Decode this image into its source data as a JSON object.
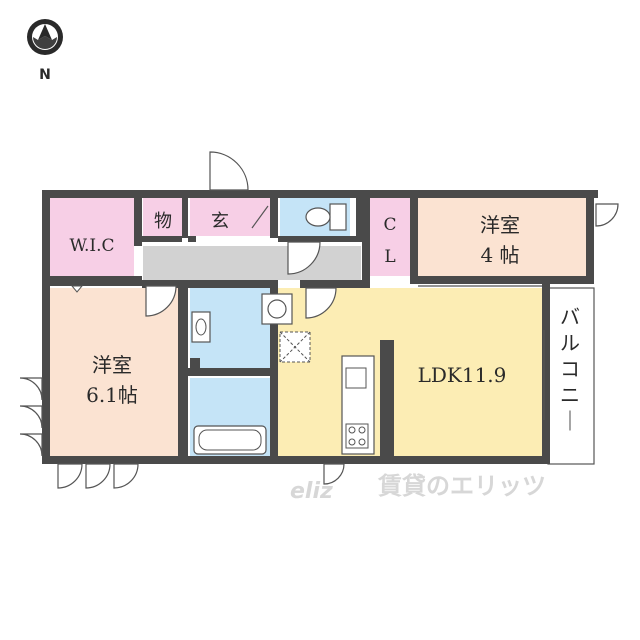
{
  "compass": {
    "north_label": "N",
    "icon": "north-arrow-icon"
  },
  "rooms": {
    "wic": "W.I.C",
    "storage": "物",
    "entrance": "玄",
    "cl_top": "C",
    "cl_bottom": "L",
    "western_small_line1": "洋室",
    "western_small_line2": "4 帖",
    "western_large_line1": "洋室",
    "western_large_line2": "6.1帖",
    "ldk": "LDK11.9",
    "balcony": "バルコニー"
  },
  "watermark": {
    "brand": "賃貸のエリッツ",
    "logo_mark": "eliz"
  },
  "colors": {
    "wall": "#4a4a4a",
    "pink": "#f7cfe6",
    "peach": "#fbe3d2",
    "yellow": "#fcedb4",
    "blue": "#c5e4f7",
    "corridor": "#d2d2d2",
    "balcony": "#ffffff"
  }
}
